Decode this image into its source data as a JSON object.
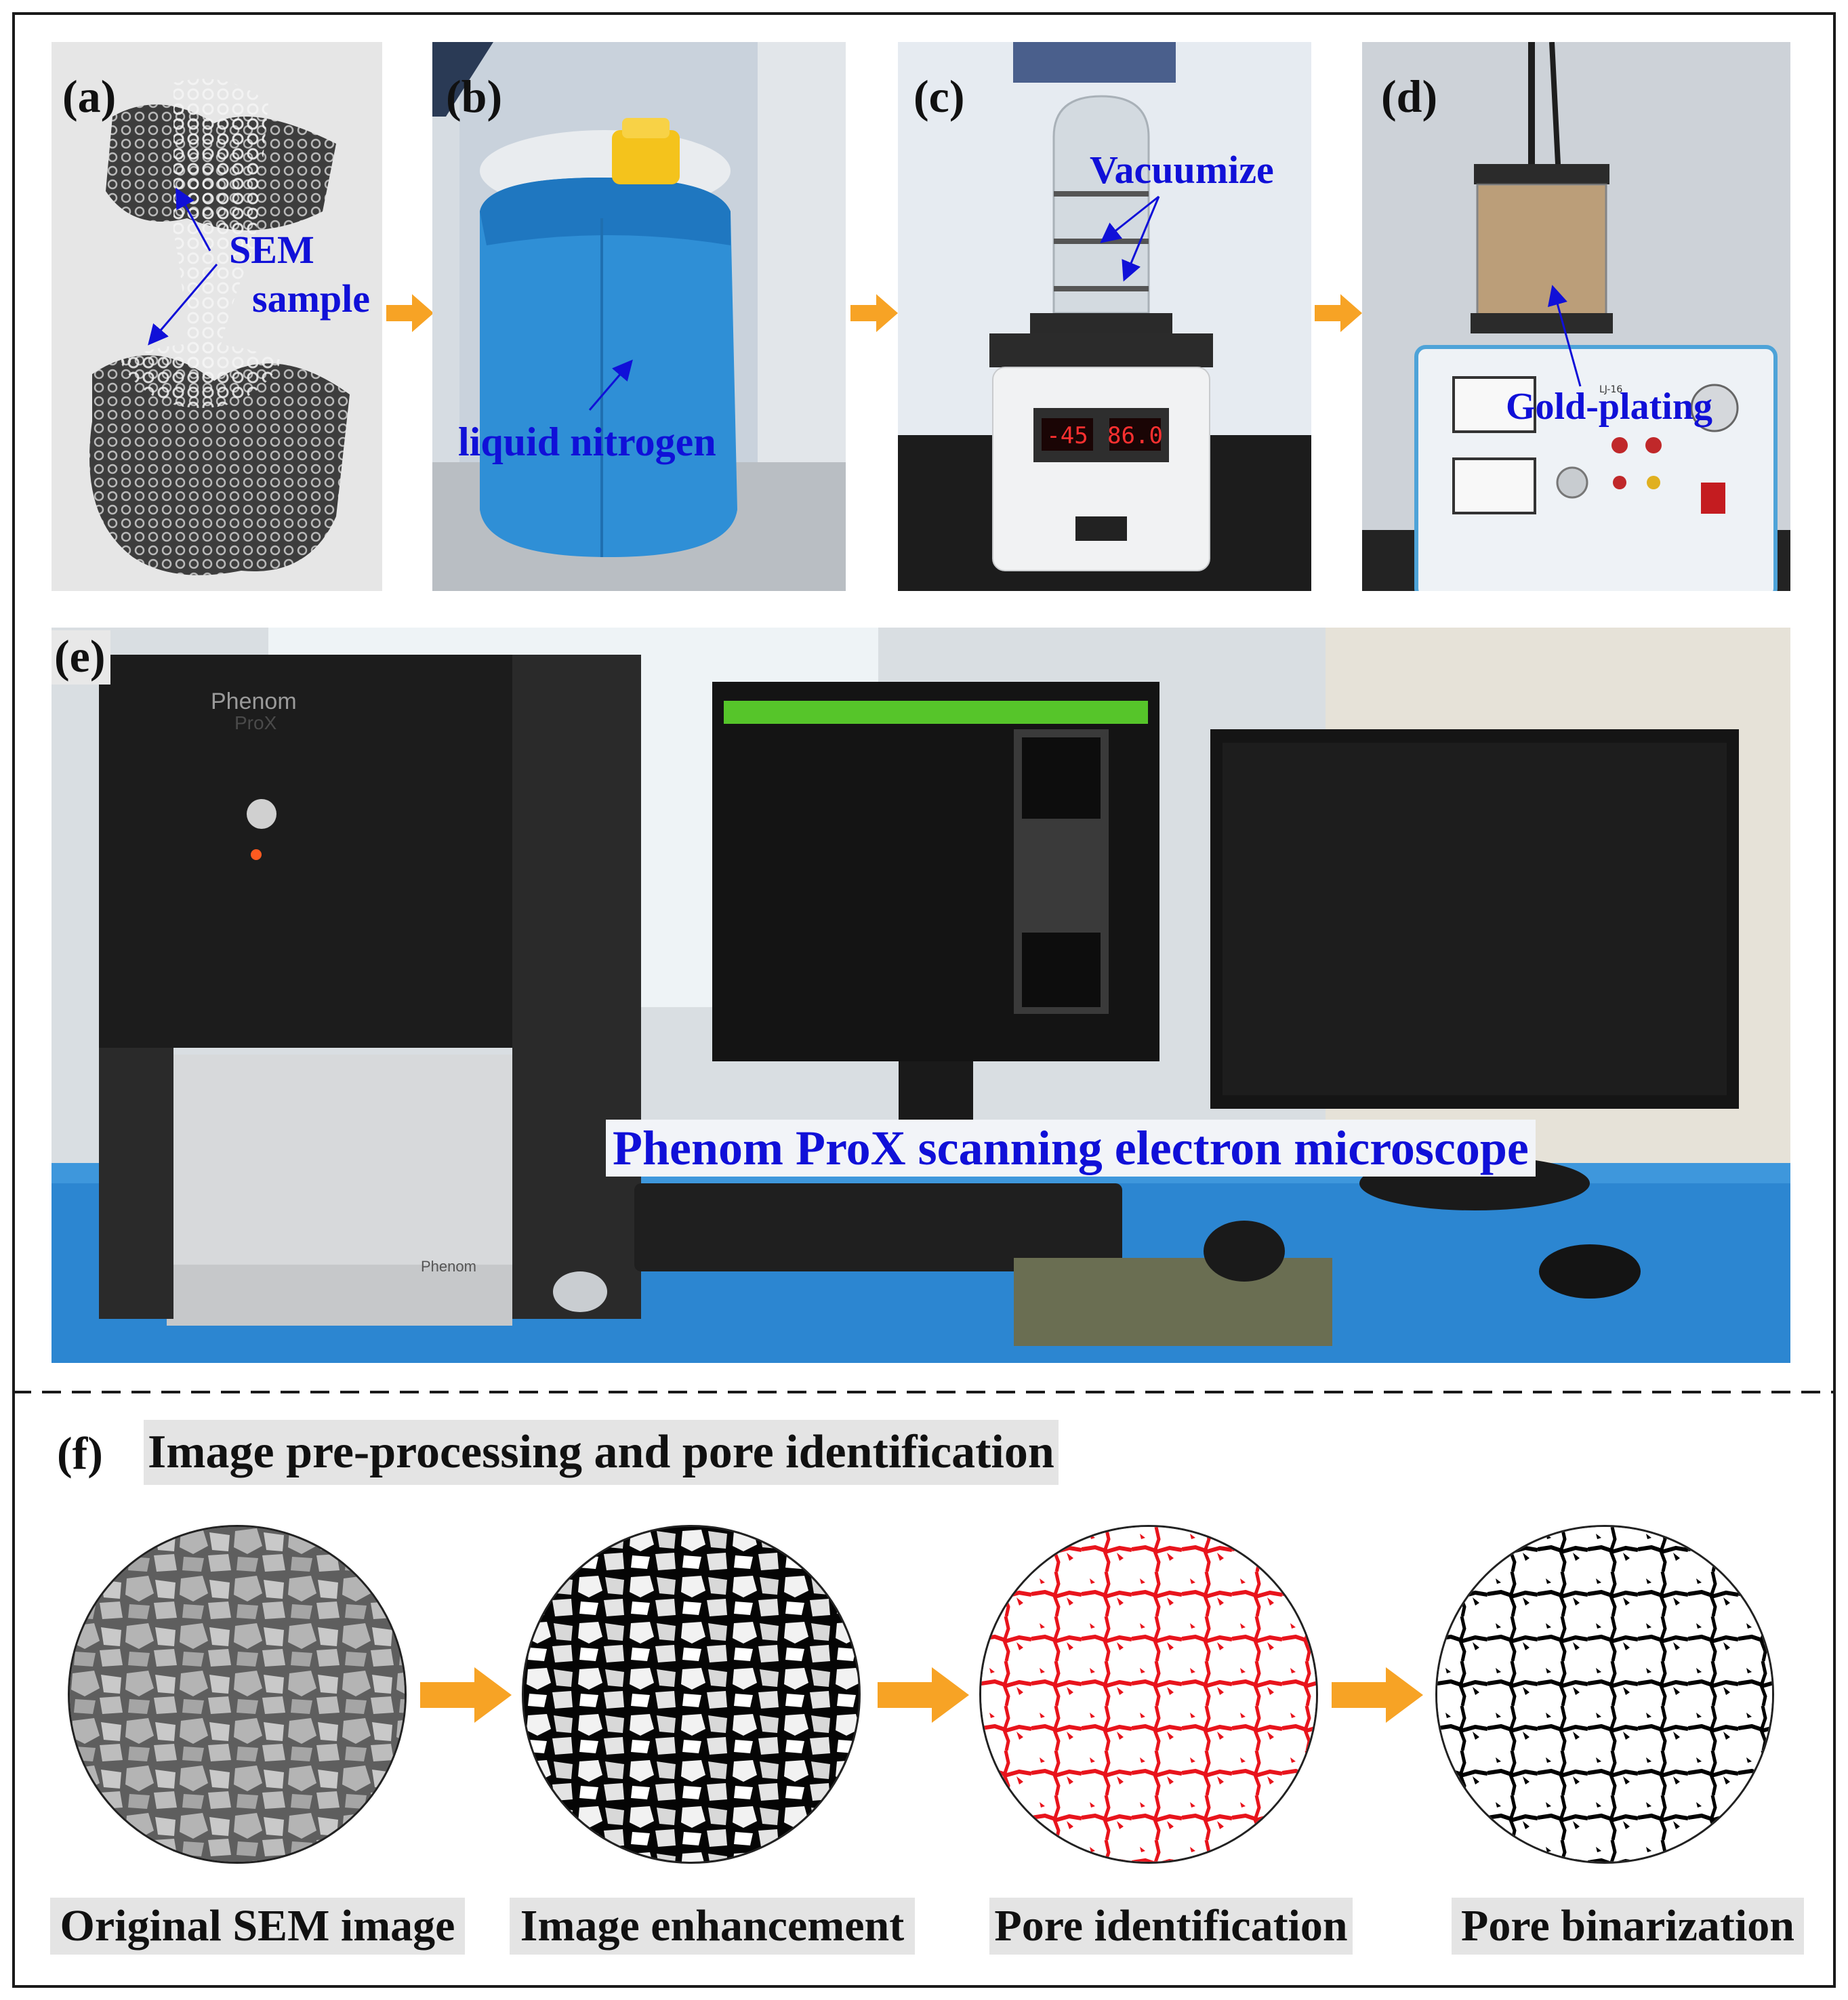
{
  "panels": {
    "a": {
      "label": "(a)",
      "annotation_line1": "SEM",
      "annotation_line2": "sample"
    },
    "b": {
      "label": "(b)",
      "annotation": "liquid nitrogen"
    },
    "c": {
      "label": "(c)",
      "annotation": "Vacuumize",
      "display_left": "-45",
      "display_right": "86.0"
    },
    "d": {
      "label": "(d)",
      "annotation": "Gold-plating",
      "device_tag": "LJ-16"
    },
    "e": {
      "label": "(e)",
      "annotation": "Phenom ProX scanning electron microscope",
      "brand_line1": "Phenom",
      "brand_line2": "ProX",
      "front_brand": "Phenom"
    },
    "f": {
      "label": "(f)",
      "title": "Image pre-processing and pore identification",
      "steps": [
        {
          "caption": "Original SEM image"
        },
        {
          "caption": "Image enhancement"
        },
        {
          "caption": "Pore identification"
        },
        {
          "caption": "Pore binarization"
        }
      ]
    }
  },
  "colors": {
    "arrow": "#f7a325",
    "annotation": "#1010d8",
    "pore_red": "#e8141c",
    "caption_bg": "#e4e4e4",
    "frame": "#1a1a1a"
  }
}
